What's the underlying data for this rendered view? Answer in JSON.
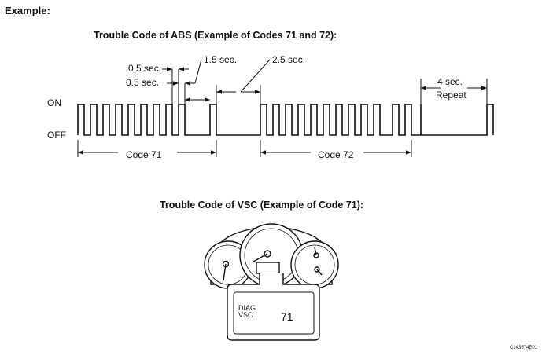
{
  "example_label": "Example:",
  "abs": {
    "title": "Trouble Code of ABS (Example of Codes 71 and 72):",
    "on_label": "ON",
    "off_label": "OFF",
    "timing_a": "0.5 sec.",
    "timing_b": "0.5 sec.",
    "timing_c": "1.5 sec.",
    "timing_d": "2.5 sec.",
    "repeat_time": "4 sec.",
    "repeat_label": "Repeat",
    "code_a": "Code 71",
    "code_b": "Code 72"
  },
  "vsc": {
    "title": "Trouble Code of VSC (Example of Code 71):",
    "display_line1": "DIAG",
    "display_line2": "VSC",
    "display_code": "71"
  },
  "figure_id": "C143574E01"
}
